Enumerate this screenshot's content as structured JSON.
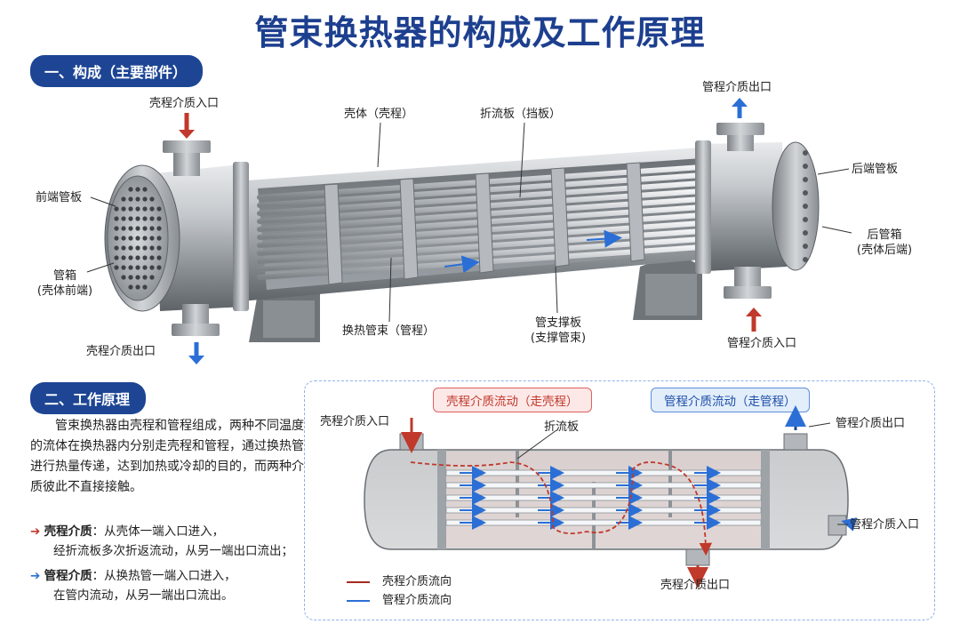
{
  "title": "管束换热器的构成及工作原理",
  "section1": {
    "heading": "一、构成（主要部件）"
  },
  "section2": {
    "heading": "二、工作原理"
  },
  "parts": {
    "shell_inlet_top": "壳程介质入口",
    "shell_body": "壳体（壳程）",
    "baffle": "折流板（挡板）",
    "tube_outlet": "管程介质出口",
    "rear_tubesheet": "后端管板",
    "rear_head_line1": "后管箱",
    "rear_head_line2": "(壳体后端)",
    "front_tubesheet": "前端管板",
    "front_head_line1": "管箱",
    "front_head_line2": "(壳体前端)",
    "shell_outlet_bottom": "壳程介质出口",
    "tube_bundle": "换热管束（管程）",
    "support_line1": "管支撑板",
    "support_line2": "(支撑管束)",
    "tube_inlet": "管程介质入口"
  },
  "principle": {
    "intro": "管束换热器由壳程和管程组成，两种不同温度的流体在换热器内分别走壳程和管程，通过换热管进行热量传递，达到加热或冷却的目的，而两种介质彼此不直接接触。",
    "shell_label": "壳程介质",
    "shell_line1": "：从壳体一端入口进入，",
    "shell_line2": "经折流板多次折返流动，从另一端出口流出；",
    "tube_label": "管程介质",
    "tube_line1": "：从换热管一端入口进入，",
    "tube_line2": "在管内流动，从另一端出口流出。"
  },
  "flow": {
    "shell_flow_title": "壳程介质流动（走壳程）",
    "tube_flow_title": "管程介质流动（走管程）",
    "shell_inlet": "壳程介质入口",
    "baffle": "折流板",
    "tube_outlet": "管程介质出口",
    "tube_inlet": "管程介质入口",
    "shell_outlet": "壳程介质出口",
    "legend_shell": "壳程介质流向",
    "legend_tube": "管程介质流向"
  },
  "colors": {
    "title": "#1d3f8f",
    "badge": "#1d4594",
    "shell_flow": "#c0392b",
    "tube_flow": "#2b6fd6",
    "steel": "#a8adb3"
  }
}
